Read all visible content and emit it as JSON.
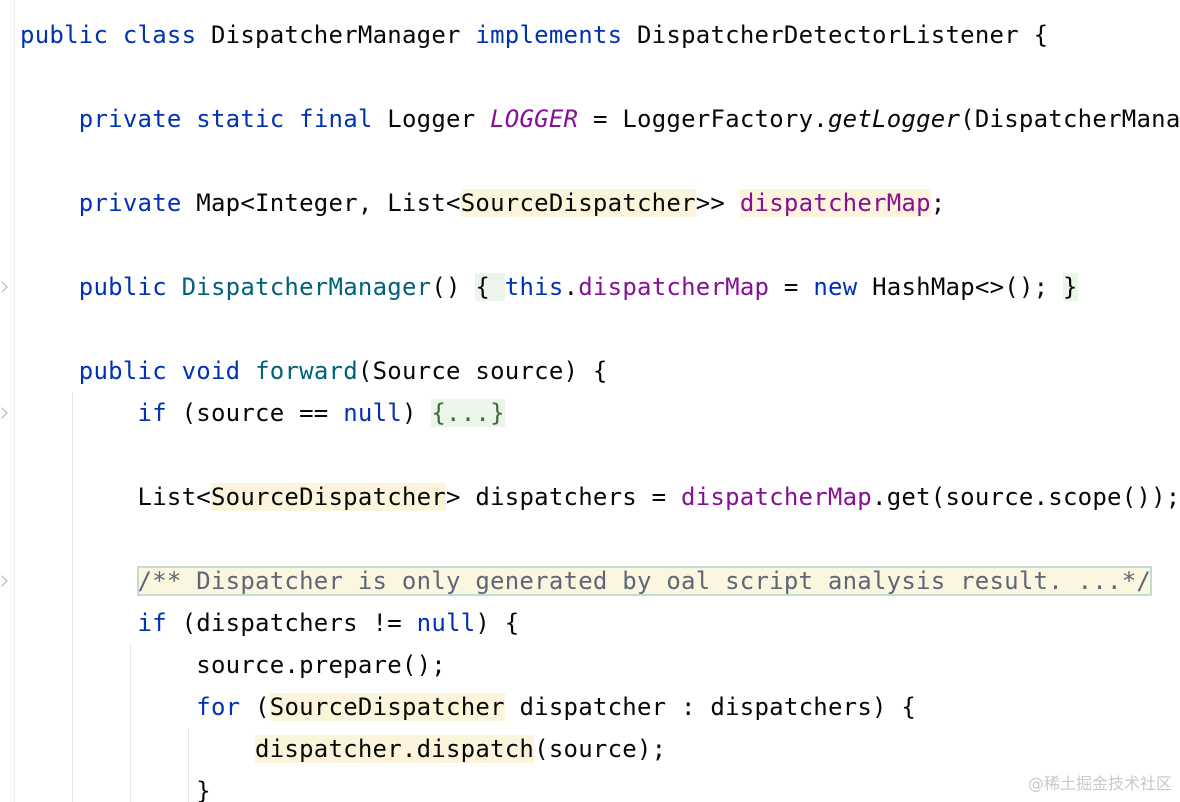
{
  "editor": {
    "language": "Java",
    "lines": [
      {
        "tokens": [
          {
            "text": "public",
            "role": "kw"
          },
          {
            "text": " "
          },
          {
            "text": "class",
            "role": "kw"
          },
          {
            "text": " DispatcherManager "
          },
          {
            "text": "implements",
            "role": "kw"
          },
          {
            "text": " DispatcherDetectorListener {"
          }
        ]
      },
      {
        "tokens": []
      },
      {
        "tokens": [
          {
            "text": "    "
          },
          {
            "text": "private",
            "role": "kw"
          },
          {
            "text": " "
          },
          {
            "text": "static",
            "role": "kw"
          },
          {
            "text": " "
          },
          {
            "text": "final",
            "role": "kw"
          },
          {
            "text": " Logger "
          },
          {
            "text": "LOGGER",
            "role": "static-fld"
          },
          {
            "text": " = LoggerFactory."
          },
          {
            "text": "getLogger",
            "role": "static-call"
          },
          {
            "text": "(DispatcherManager.class);"
          }
        ]
      },
      {
        "tokens": []
      },
      {
        "tokens": [
          {
            "text": "    "
          },
          {
            "text": "private",
            "role": "kw"
          },
          {
            "text": " Map<Integer, List<"
          },
          {
            "text": "SourceDispatcher",
            "role": "hl-yellow"
          },
          {
            "text": ">> "
          },
          {
            "text": "dispatcherMap",
            "role": "fld hl-yellow"
          },
          {
            "text": ";"
          }
        ]
      },
      {
        "tokens": []
      },
      {
        "tokens": [
          {
            "text": "    "
          },
          {
            "text": "public",
            "role": "kw"
          },
          {
            "text": " "
          },
          {
            "text": "DispatcherManager",
            "role": "ctor"
          },
          {
            "text": "() "
          },
          {
            "text": "{ ",
            "role": "hl-green"
          },
          {
            "text": "this",
            "role": "kw"
          },
          {
            "text": "."
          },
          {
            "text": "dispatcherMap",
            "role": "fld"
          },
          {
            "text": " = "
          },
          {
            "text": "new",
            "role": "kw"
          },
          {
            "text": " HashMap<>(); "
          },
          {
            "text": "}",
            "role": "hl-green"
          }
        ]
      },
      {
        "tokens": []
      },
      {
        "tokens": [
          {
            "text": "    "
          },
          {
            "text": "public",
            "role": "kw"
          },
          {
            "text": " "
          },
          {
            "text": "void",
            "role": "kw"
          },
          {
            "text": " "
          },
          {
            "text": "forward",
            "role": "ctor"
          },
          {
            "text": "(Source source) {"
          }
        ]
      },
      {
        "tokens": [
          {
            "text": "        "
          },
          {
            "text": "if",
            "role": "kw"
          },
          {
            "text": " (source == "
          },
          {
            "text": "null",
            "role": "kw"
          },
          {
            "text": ") "
          },
          {
            "text": "{...}",
            "role": "hl-green-text"
          }
        ]
      },
      {
        "tokens": []
      },
      {
        "tokens": [
          {
            "text": "        List<"
          },
          {
            "text": "SourceDispatcher",
            "role": "hl-yellow"
          },
          {
            "text": "> dispatchers = "
          },
          {
            "text": "dispatcherMap",
            "role": "fld"
          },
          {
            "text": ".get(source.scope());"
          }
        ]
      },
      {
        "tokens": []
      },
      {
        "tokens": [
          {
            "text": "        "
          },
          {
            "text": "/** Dispatcher is only generated by oal script analysis result. ...*/",
            "role": "cmt doc-box"
          }
        ]
      },
      {
        "tokens": [
          {
            "text": "        "
          },
          {
            "text": "if",
            "role": "kw"
          },
          {
            "text": " (dispatchers != "
          },
          {
            "text": "null",
            "role": "kw"
          },
          {
            "text": ") {"
          }
        ]
      },
      {
        "tokens": [
          {
            "text": "            source.prepare();"
          }
        ]
      },
      {
        "tokens": [
          {
            "text": "            "
          },
          {
            "text": "for",
            "role": "kw"
          },
          {
            "text": " ("
          },
          {
            "text": "SourceDispatcher",
            "role": "hl-yellow"
          },
          {
            "text": " dispatcher : dispatchers) {"
          }
        ]
      },
      {
        "tokens": [
          {
            "text": "                "
          },
          {
            "text": "dispatcher.dispatch",
            "role": "hl-yellow"
          },
          {
            "text": "(source);"
          }
        ]
      },
      {
        "tokens": [
          {
            "text": "            }"
          }
        ]
      }
    ]
  },
  "watermark": "@稀土掘金技术社区"
}
